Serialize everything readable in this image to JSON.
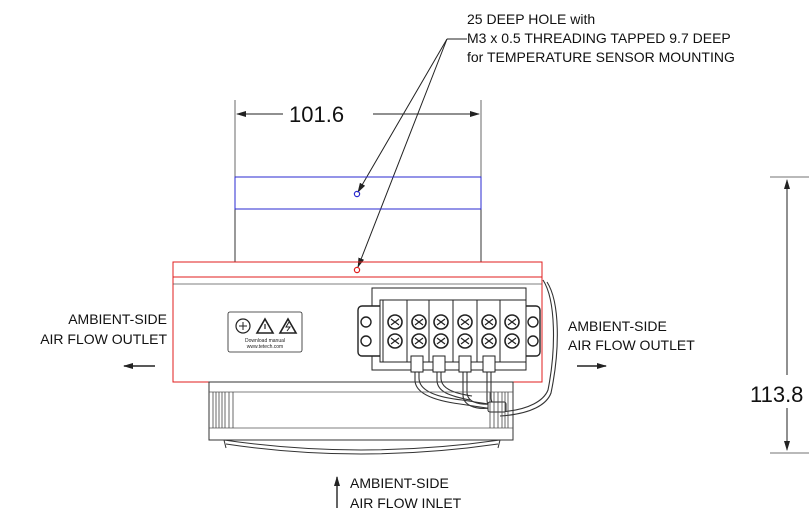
{
  "callout": {
    "line1": "25 DEEP HOLE with",
    "line2": "M3 x 0.5 THREADING TAPPED 9.7 DEEP",
    "line3": "for TEMPERATURE SENSOR MOUNTING"
  },
  "dimensions": {
    "width": "101.6",
    "height": "113.8"
  },
  "left_label": {
    "line1": "AMBIENT-SIDE",
    "line2": "AIR FLOW OUTLET"
  },
  "right_label": {
    "line1": "AMBIENT-SIDE",
    "line2": "AIR FLOW OUTLET"
  },
  "bottom_label": {
    "line1": "AMBIENT-SIDE",
    "line2": "AIR FLOW INLET"
  },
  "product_label": {
    "line1": "Download manual",
    "line2": "www.tetech.com"
  },
  "colors": {
    "upper_plate": "#2a2ad0",
    "lower_plate": "#e01c1c",
    "line": "#222222"
  }
}
